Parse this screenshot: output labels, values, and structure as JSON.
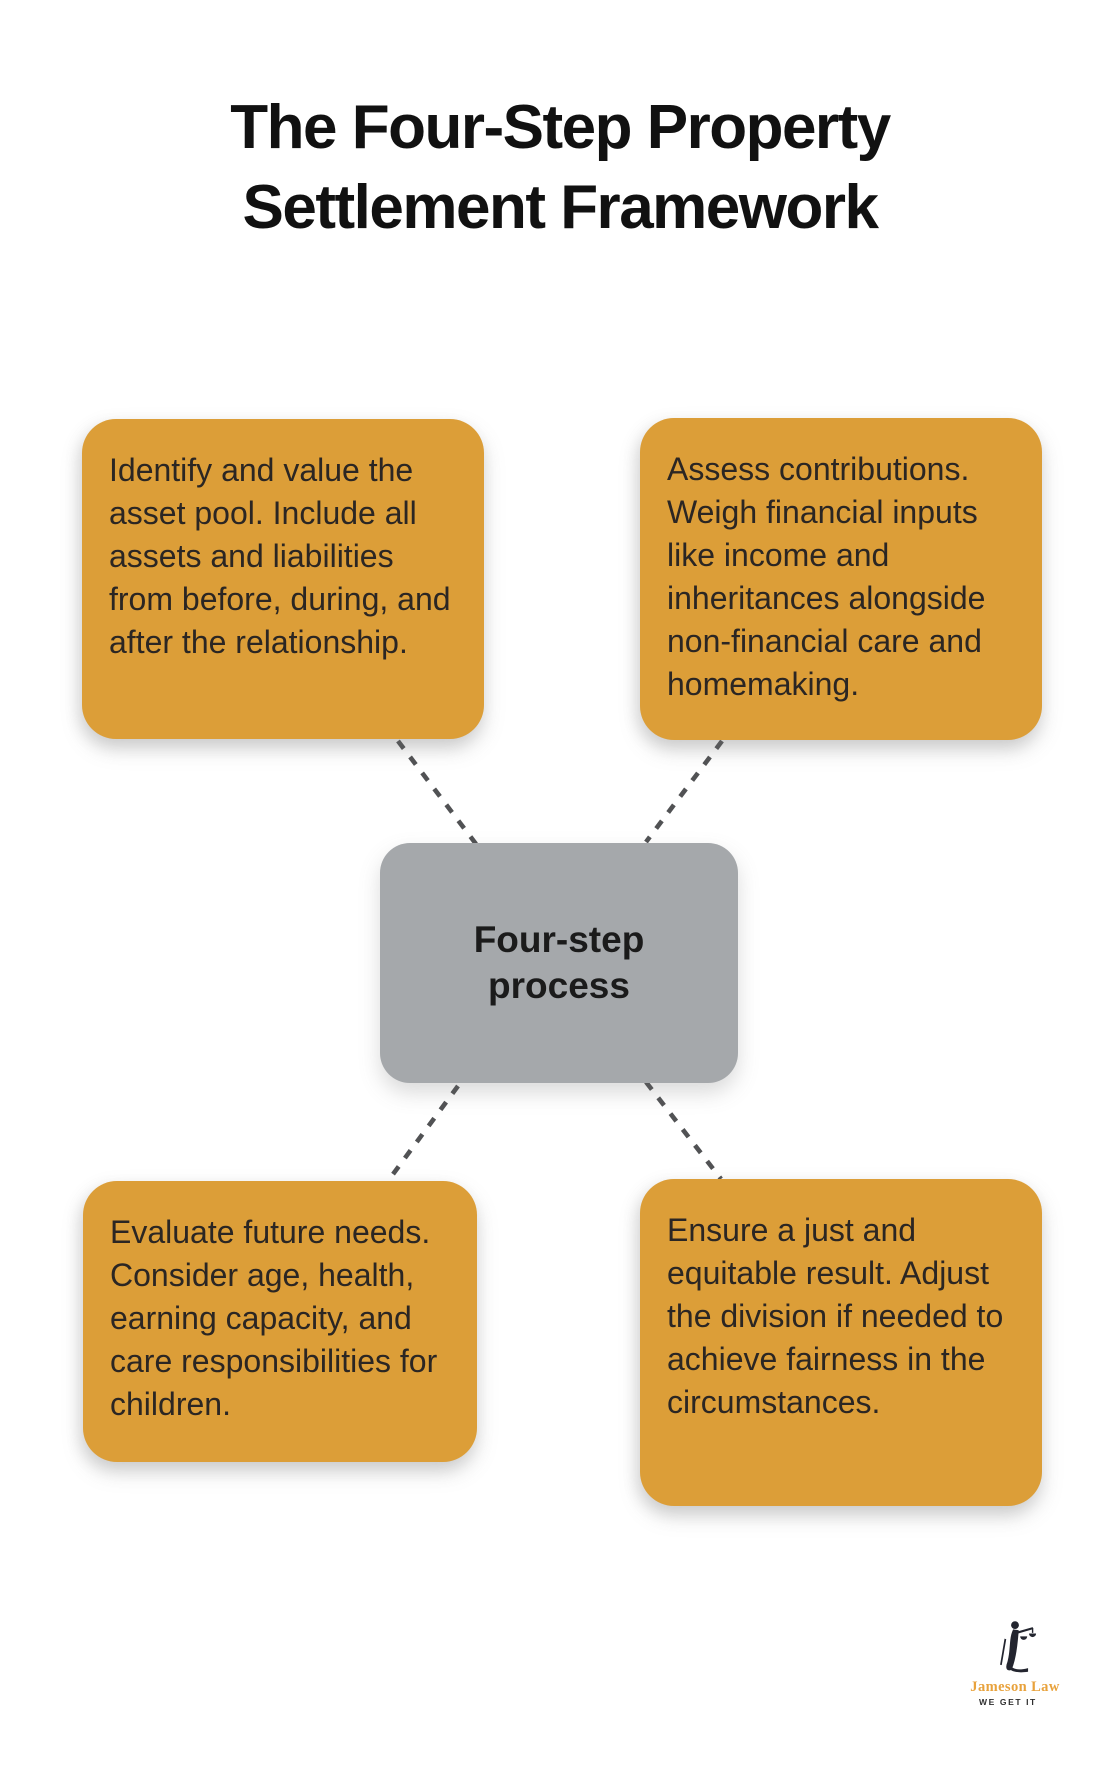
{
  "page": {
    "title": "The Four-Step Property Settlement Framework"
  },
  "diagram": {
    "center_label": "Four-step process",
    "steps": [
      {
        "position": "top-left",
        "text": "Identify and value the asset pool. Include all assets and liabilities from before, during, and after the relationship."
      },
      {
        "position": "top-right",
        "text": "Assess contributions. Weigh financial inputs like income and inheritances alongside non-financial care and homemaking."
      },
      {
        "position": "bottom-left",
        "text": "Evaluate future needs. Consider age, health, earning capacity, and care responsibilities for children."
      },
      {
        "position": "bottom-right",
        "text": "Ensure a just and equitable result. Adjust the division if needed to achieve fairness in the circumstances."
      }
    ]
  },
  "branding": {
    "name": "Jameson Law",
    "tagline": "WE GET IT"
  },
  "colors": {
    "step_box": "#DC9E38",
    "center_box": "#A5A8AB",
    "connector": "#515254",
    "title_text": "#111111",
    "body_text": "#2B2623",
    "brand_name": "#E8A23C",
    "brand_figure": "#23252F",
    "background": "#FFFFFF"
  }
}
